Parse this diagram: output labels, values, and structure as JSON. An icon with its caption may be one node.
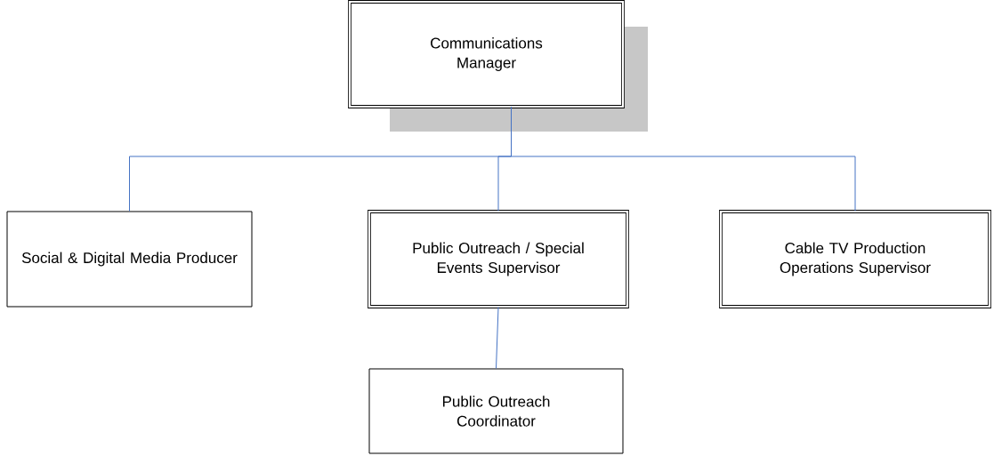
{
  "diagram": {
    "nodes": [
      {
        "text": [
          "Communications Manager"
        ]
      },
      {
        "text": [
          "Social & Digital Media Producer"
        ]
      },
      {
        "text": [
          "Public Outreach / Special Events Supervisor"
        ]
      },
      {
        "text": [
          "Cable TV Production Operations Supervisor"
        ]
      },
      {
        "text": [
          "Public Outreach Coordinator"
        ]
      }
    ],
    "edges": [
      {
        "from": 0,
        "to": 1,
        "arrow": "none"
      },
      {
        "from": 0,
        "to": 2,
        "arrow": "none"
      },
      {
        "from": 0,
        "to": 3,
        "arrow": "none"
      },
      {
        "from": 2,
        "to": 4,
        "arrow": "none"
      }
    ]
  }
}
